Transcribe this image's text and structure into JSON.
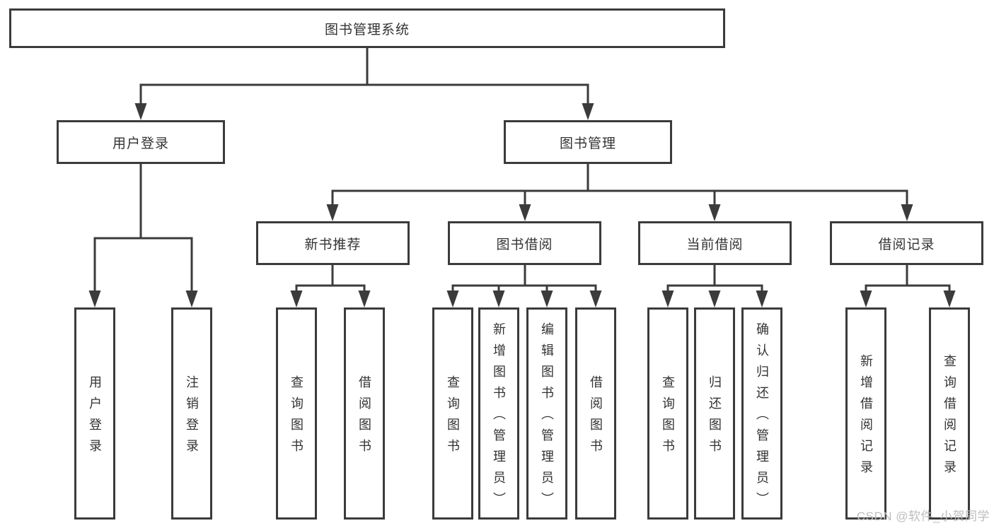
{
  "colors": {
    "line": "#3b3b3b",
    "text": "#333333",
    "background": "#ffffff",
    "watermark": "#bdbdbd"
  },
  "watermark": "CSDN @软件_小贺同学",
  "tree": {
    "root": {
      "label": "图书管理系统"
    },
    "user_login": {
      "label": "用户登录",
      "children": [
        {
          "label": "用户登录"
        },
        {
          "label": "注销登录"
        }
      ]
    },
    "book_management": {
      "label": "图书管理",
      "groups": [
        {
          "label": "新书推荐",
          "children": [
            {
              "label": "查询图书"
            },
            {
              "label": "借阅图书"
            }
          ]
        },
        {
          "label": "图书借阅",
          "children": [
            {
              "label": "查询图书"
            },
            {
              "label": "新增图书（管理员）"
            },
            {
              "label": "编辑图书（管理员）"
            },
            {
              "label": "借阅图书"
            }
          ]
        },
        {
          "label": "当前借阅",
          "children": [
            {
              "label": "查询图书"
            },
            {
              "label": "归还图书"
            },
            {
              "label": "确认归还（管理员）"
            }
          ]
        },
        {
          "label": "借阅记录",
          "children": [
            {
              "label": "新增借阅记录"
            },
            {
              "label": "查询借阅记录"
            }
          ]
        }
      ]
    }
  }
}
